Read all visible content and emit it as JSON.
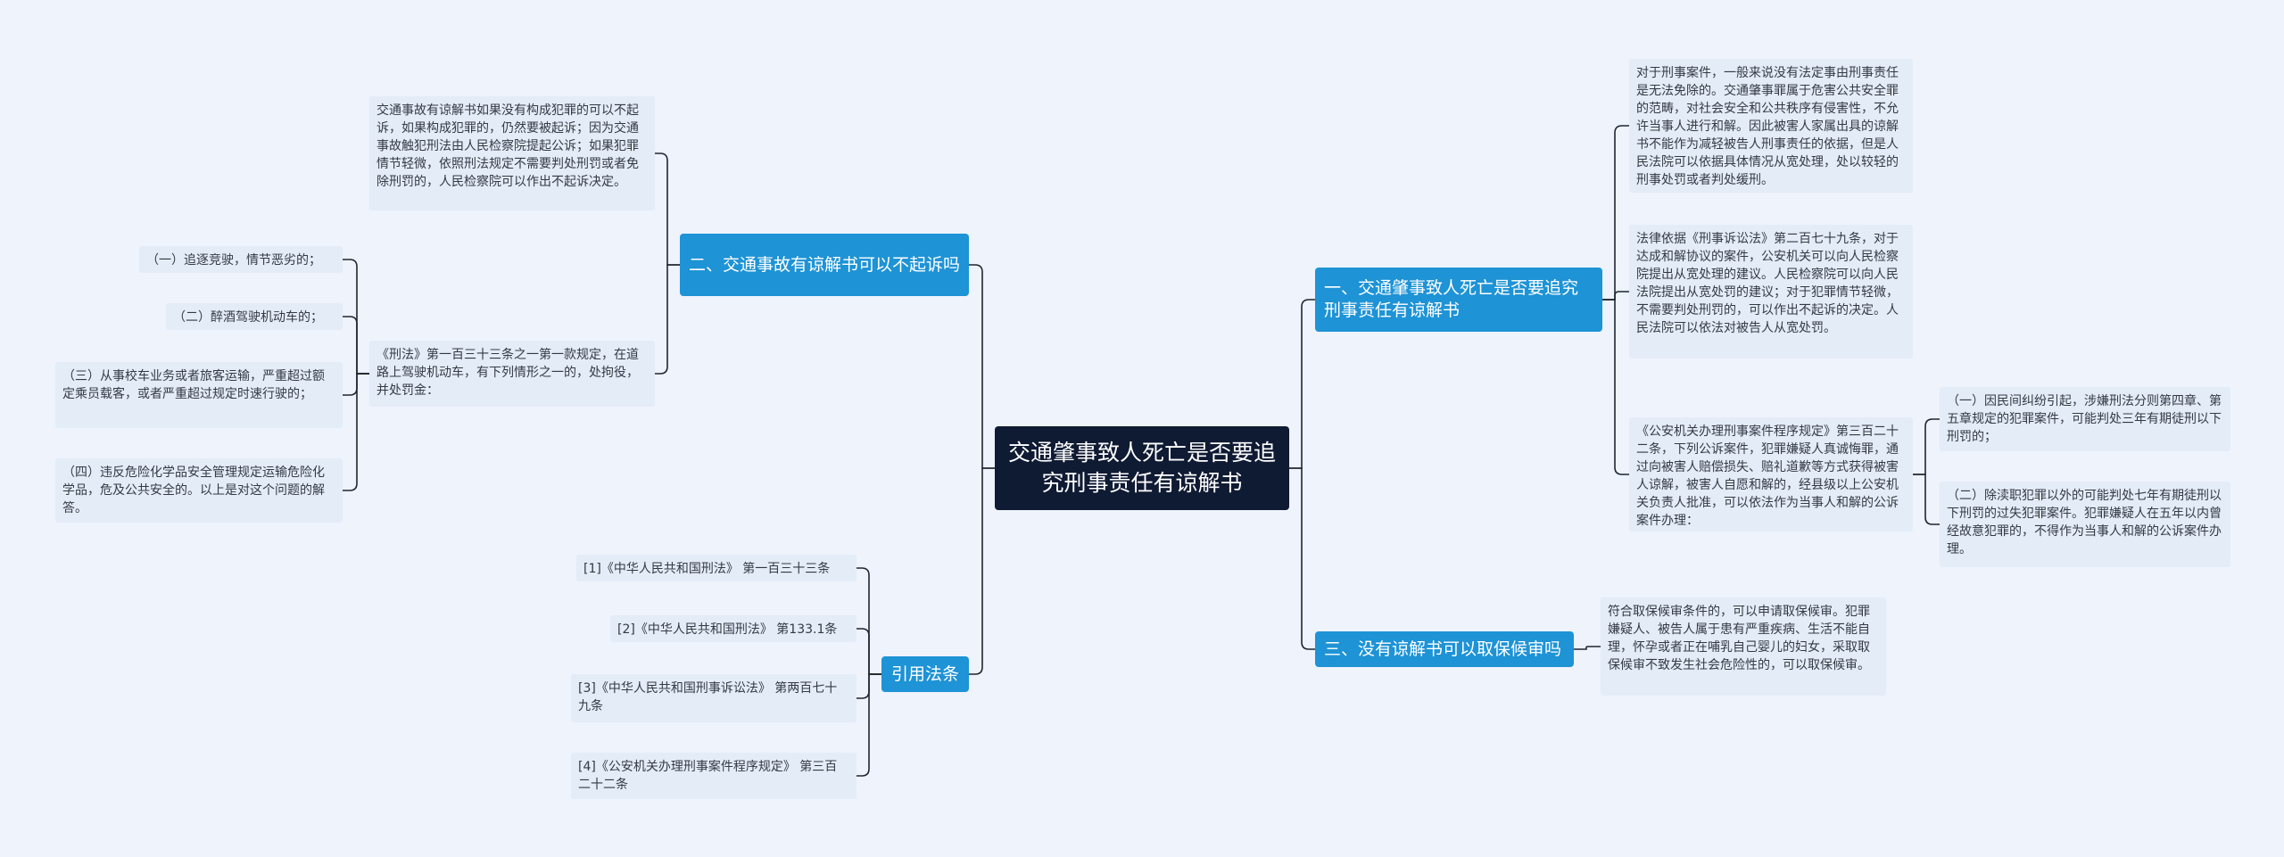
{
  "root": {
    "label": "交通肇事致人死亡是否要追究刑事责任有谅解书"
  },
  "branches": {
    "b1": "一、交通肇事致人死亡是否要追究刑事责任有谅解书",
    "b2": "二、交通事故有谅解书可以不起诉吗",
    "b3": "三、没有谅解书可以取保候审吗",
    "b4": "引用法条"
  },
  "leaves": {
    "r1": "对于刑事案件，一般来说没有法定事由刑事责任是无法免除的。交通肇事罪属于危害公共安全罪的范畴，对社会安全和公共秩序有侵害性，不允许当事人进行和解。因此被害人家属出具的谅解书不能作为减轻被告人刑事责任的依据，但是人民法院可以依据具体情况从宽处理，处以较轻的刑事处罚或者判处缓刑。",
    "r2": "法律依据《刑事诉讼法》第二百七十九条，对于达成和解协议的案件，公安机关可以向人民检察院提出从宽处理的建议。人民检察院可以向人民法院提出从宽处罚的建议；对于犯罪情节轻微，不需要判处刑罚的，可以作出不起诉的决定。人民法院可以依法对被告人从宽处罚。",
    "r3": "《公安机关办理刑事案件程序规定》第三百二十二条，下列公诉案件，犯罪嫌疑人真诚悔罪，通过向被害人赔偿损失、赔礼道歉等方式获得被害人谅解，被害人自愿和解的，经县级以上公安机关负责人批准，可以依法作为当事人和解的公诉案件办理：",
    "r3a": "（一）因民间纠纷引起，涉嫌刑法分则第四章、第五章规定的犯罪案件，可能判处三年有期徒刑以下刑罚的；",
    "r3b": "（二）除渎职犯罪以外的可能判处七年有期徒刑以下刑罚的过失犯罪案件。犯罪嫌疑人在五年以内曾经故意犯罪的，不得作为当事人和解的公诉案件办理。",
    "r4": "符合取保候审条件的，可以申请取保候审。犯罪嫌疑人、被告人属于患有严重疾病、生活不能自理，怀孕或者正在哺乳自己婴儿的妇女，采取取保候审不致发生社会危险性的，可以取保候审。",
    "l1": "交通事故有谅解书如果没有构成犯罪的可以不起诉，如果构成犯罪的，仍然要被起诉；因为交通事故触犯刑法由人民检察院提起公诉；如果犯罪情节轻微，依照刑法规定不需要判处刑罚或者免除刑罚的，人民检察院可以作出不起诉决定。",
    "l2": "《刑法》第一百三十三条之一第一款规定，在道路上驾驶机动车，有下列情形之一的，处拘役，并处罚金：",
    "l2a": "（一）追逐竞驶，情节恶劣的；",
    "l2b": "（二）醉酒驾驶机动车的；",
    "l2c": "（三）从事校车业务或者旅客运输，严重超过额定乘员载客，或者严重超过规定时速行驶的；",
    "l2d": "（四）违反危险化学品安全管理规定运输危险化学品，危及公共安全的。以上是对这个问题的解答。",
    "c1": "[1]《中华人民共和国刑法》 第一百三十三条",
    "c2": "[2]《中华人民共和国刑法》 第133.1条",
    "c3": "[3]《中华人民共和国刑事诉讼法》 第两百七十九条",
    "c4": "[4]《公安机关办理刑事案件程序规定》 第三百二十二条"
  },
  "colors": {
    "background": "#eef3fc",
    "root_fill": "#0f1a33",
    "branch_fill": "#1e93d6",
    "leaf_fill": "#e4ecf8",
    "connector": "#1f2633"
  }
}
